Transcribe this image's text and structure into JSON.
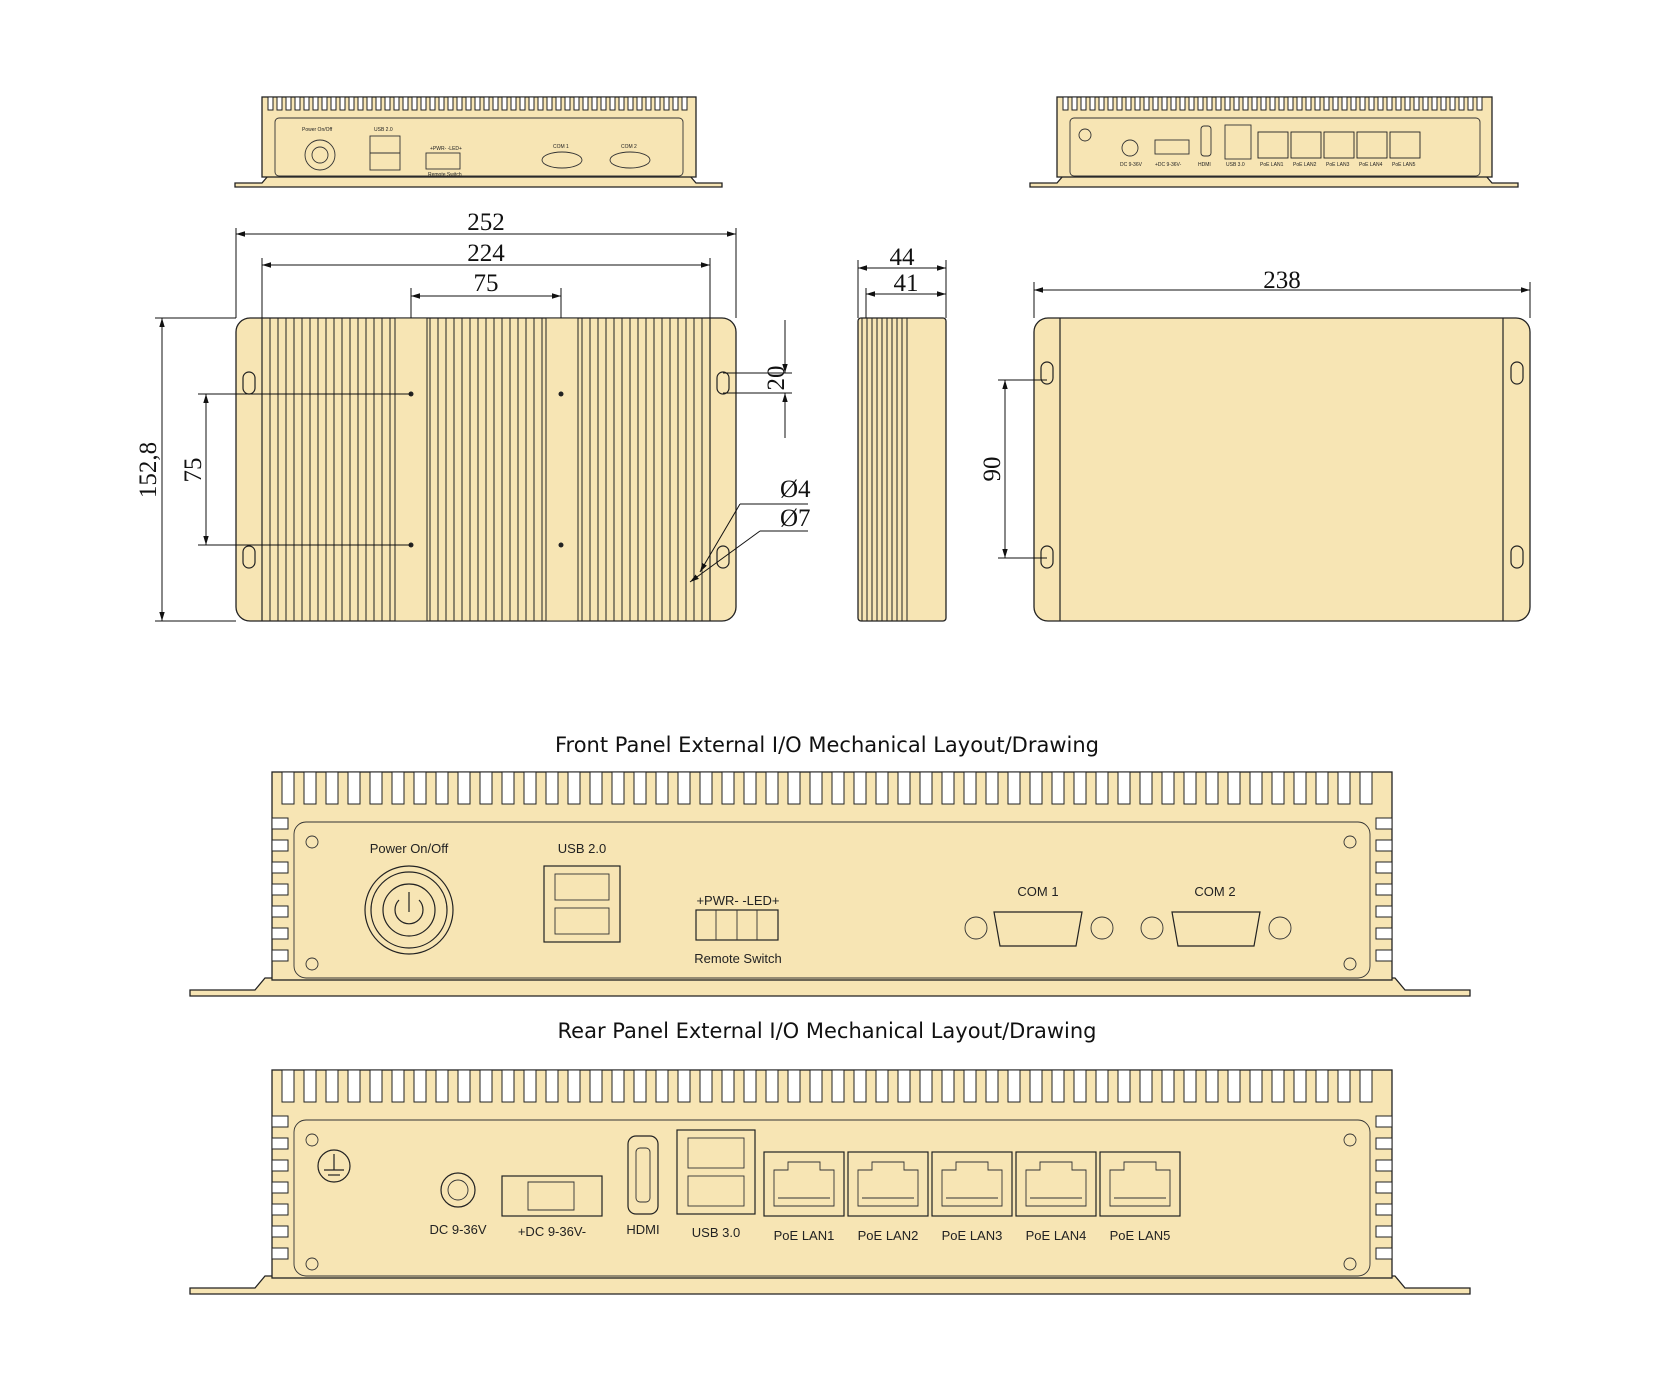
{
  "titles": {
    "front": "Front Panel External I/O Mechanical Layout/Drawing",
    "rear": "Rear Panel External I/O Mechanical Layout/Drawing"
  },
  "dimensions": {
    "width_overall": "252",
    "width_body": "224",
    "mount_spacing_x": "75",
    "height_overall": "152,8",
    "mount_spacing_y": "75",
    "slot_offset": "20",
    "hole_small": "Ø4",
    "hole_large": "Ø7",
    "side_height": "44",
    "side_body": "41",
    "bottom_width": "238",
    "bottom_spacing": "90"
  },
  "front_panel": {
    "power": "Power On/Off",
    "usb": "USB 2.0",
    "pwr_led": "+PWR- -LED+",
    "remote": "Remote Switch",
    "com1": "COM 1",
    "com2": "COM 2"
  },
  "rear_panel": {
    "dc_jack": "DC 9-36V",
    "dc_terminal": "+DC 9-36V-",
    "hdmi": "HDMI",
    "usb3": "USB 3.0",
    "lan": [
      "PoE LAN1",
      "PoE LAN2",
      "PoE LAN3",
      "PoE LAN4",
      "PoE LAN5"
    ]
  },
  "colors": {
    "case_fill": "#f7e5b4",
    "line": "#222222"
  }
}
